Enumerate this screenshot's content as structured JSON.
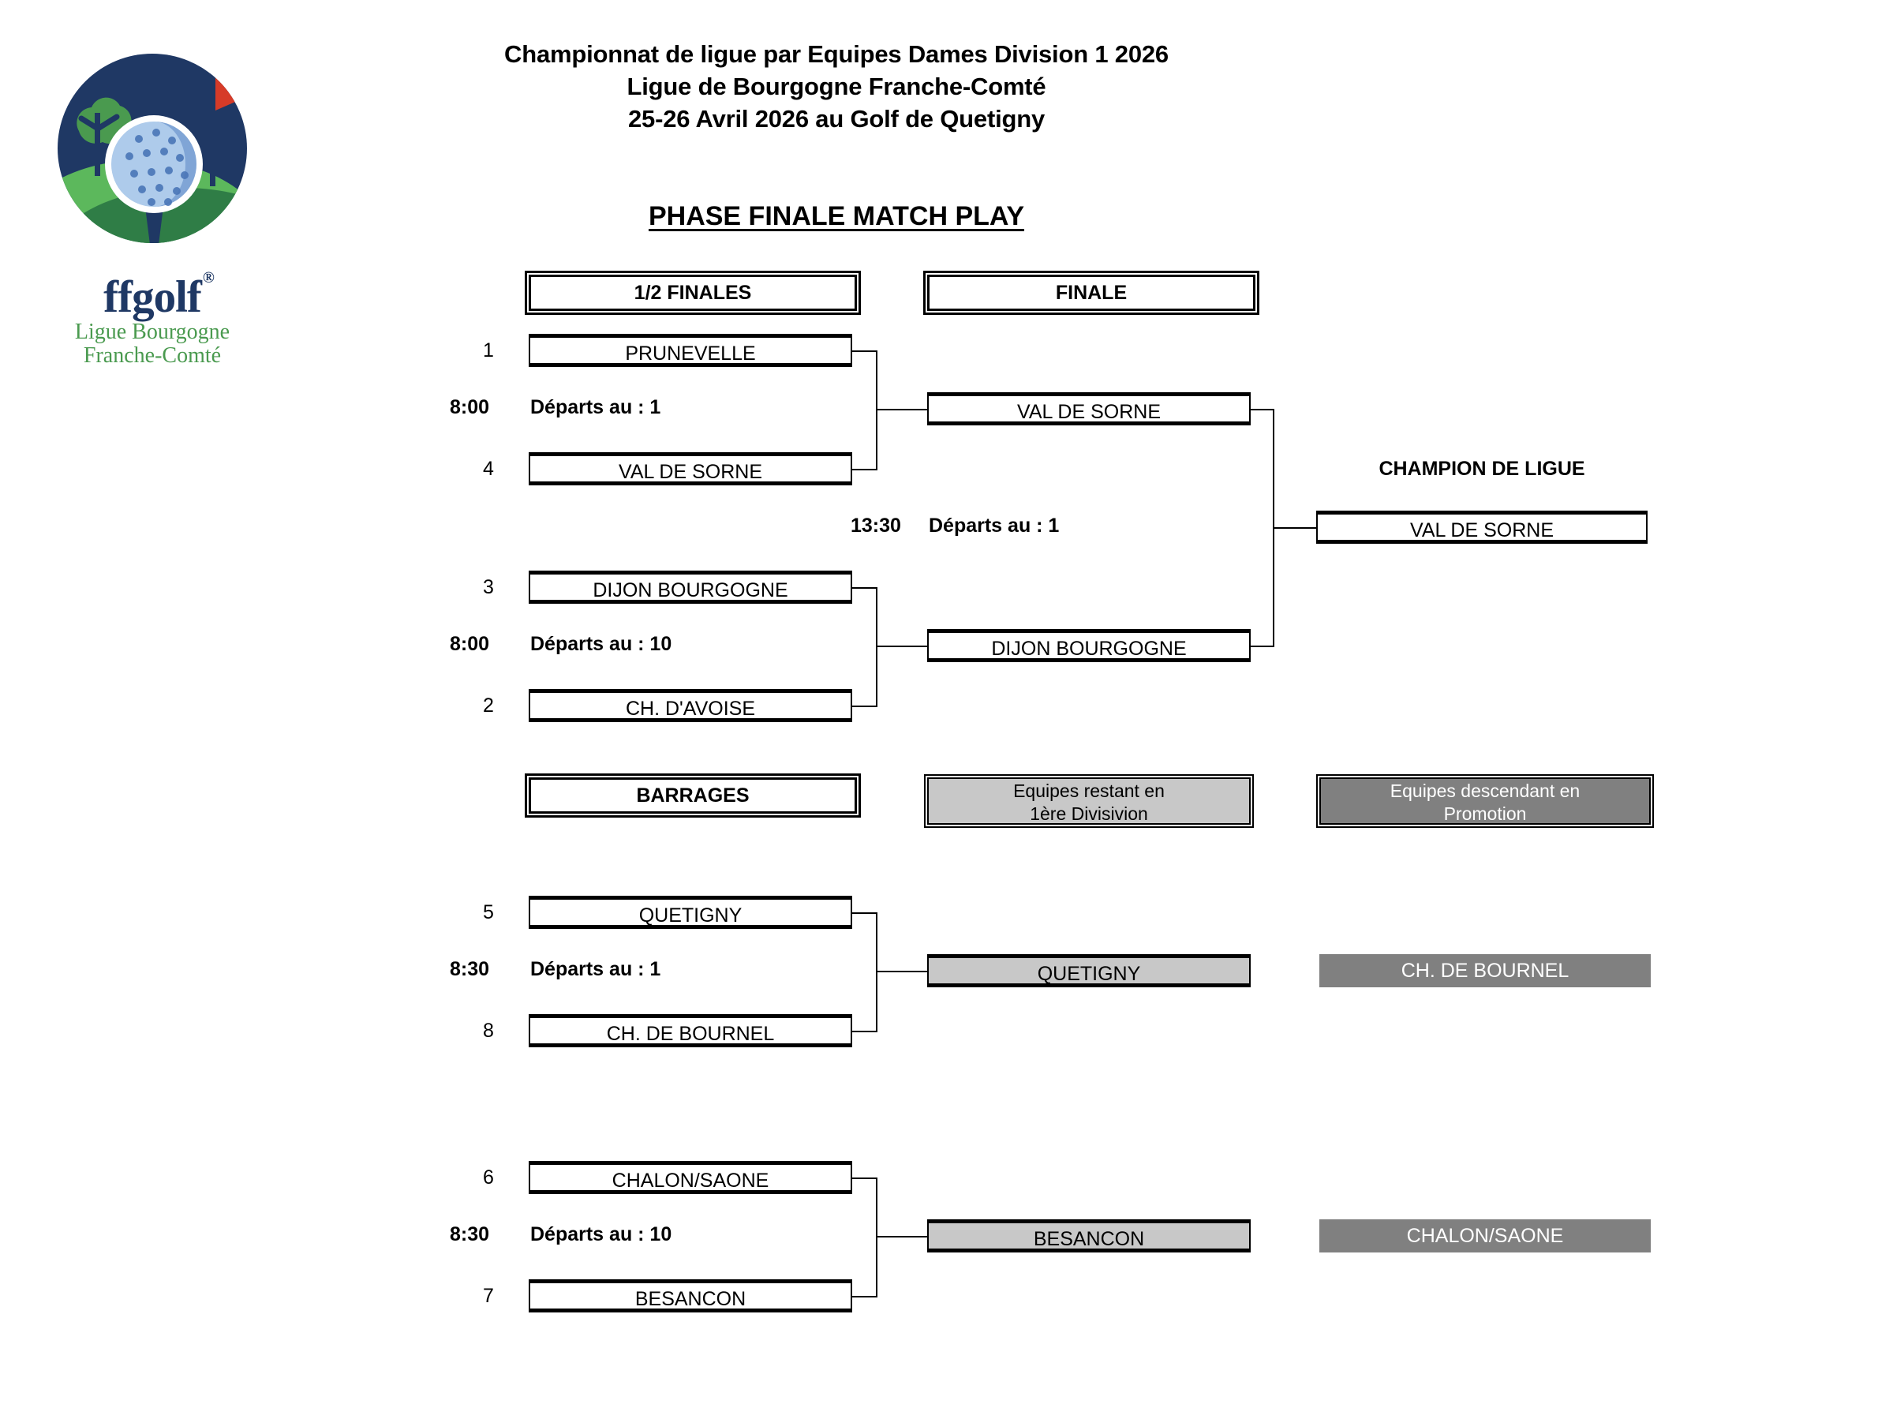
{
  "logo": {
    "wordmark": "ffgolf",
    "registered": "®",
    "sub_line1": "Ligue Bourgogne",
    "sub_line2": "Franche-Comté",
    "colors": {
      "navy": "#1f3864",
      "green": "#4a9a4f",
      "dark_green": "#2f7d46",
      "ball": "#aecbeb",
      "flag_red": "#d63b28"
    }
  },
  "header": {
    "line1": "Championnat de ligue par Equipes Dames Division 1 2026",
    "line2": "Ligue de Bourgogne Franche-Comté",
    "line3": "25-26 Avril 2026 au Golf de Quetigny",
    "phase_title": "PHASE FINALE MATCH PLAY"
  },
  "column_headers": {
    "semis": "1/2 FINALES",
    "final": "FINALE",
    "barrages": "BARRAGES",
    "staying": "Equipes restant en\n1ère Divisivion",
    "staying_line1": "Equipes restant en",
    "staying_line2": "1ère Divisivion",
    "relegated_line1": "Equipes descendant en",
    "relegated_line2": "Promotion"
  },
  "semifinals": [
    {
      "top_seed": "1",
      "top_team": "PRUNEVELLE",
      "bottom_seed": "4",
      "bottom_team": "VAL DE SORNE",
      "time": "8:00",
      "departs": "Départs au : 1",
      "winner": "VAL DE SORNE"
    },
    {
      "top_seed": "3",
      "top_team": "DIJON BOURGOGNE",
      "bottom_seed": "2",
      "bottom_team": "CH. D'AVOISE",
      "time": "8:00",
      "departs": "Départs au : 10",
      "winner": "DIJON BOURGOGNE"
    }
  ],
  "final": {
    "time": "13:30",
    "departs": "Départs au : 1",
    "champion_label": "CHAMPION DE LIGUE",
    "champion": "VAL DE SORNE"
  },
  "barrages": [
    {
      "top_seed": "5",
      "top_team": "QUETIGNY",
      "bottom_seed": "8",
      "bottom_team": "CH. DE BOURNEL",
      "time": "8:30",
      "departs": "Départs au : 1",
      "winner": "QUETIGNY",
      "loser": "CH. DE BOURNEL"
    },
    {
      "top_seed": "6",
      "top_team": "CHALON/SAONE",
      "bottom_seed": "7",
      "bottom_team": "BESANCON",
      "time": "8:30",
      "departs": "Départs au : 10",
      "winner": "BESANCON",
      "loser": "CHALON/SAONE"
    }
  ]
}
